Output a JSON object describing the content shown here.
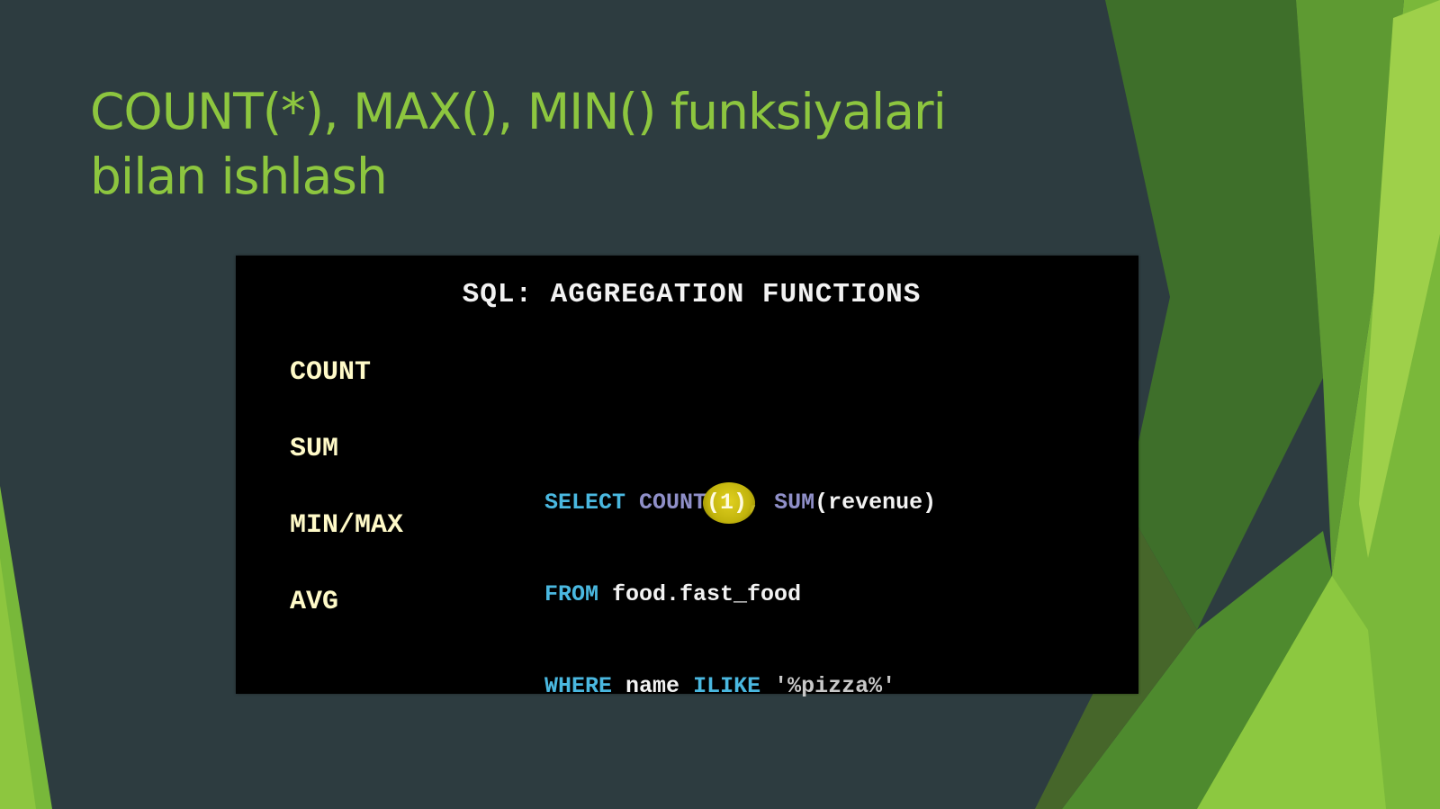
{
  "slide": {
    "title_line1": "COUNT(*), MAX(), MIN() funksiyalari",
    "title_line2": "bilan ishlash"
  },
  "panel": {
    "heading": "SQL: AGGREGATION FUNCTIONS",
    "functions": [
      "COUNT",
      "SUM",
      "MIN/MAX",
      "AVG"
    ],
    "sql": {
      "line1": {
        "select_kw": "SELECT",
        "count_fn": "COUNT",
        "count_arg": "(1)",
        "sep": ",",
        "sum_fn": "SUM",
        "sum_arg": "(revenue)"
      },
      "line2": {
        "from_kw": "FROM",
        "table": "food.fast_food"
      },
      "line3": {
        "where_kw": "WHERE",
        "column": "name",
        "ilike_kw": "ILIKE",
        "pattern": "'%pizza%'"
      }
    }
  },
  "colors": {
    "background": "#2d3c40",
    "title": "#8dc63f",
    "panel": "#000000",
    "keyword": "#4ab8e0",
    "function": "#8f8fc8",
    "highlight": "#d8c814",
    "accent_green_light": "#9fd23a",
    "accent_green_dark": "#3f7a22"
  }
}
